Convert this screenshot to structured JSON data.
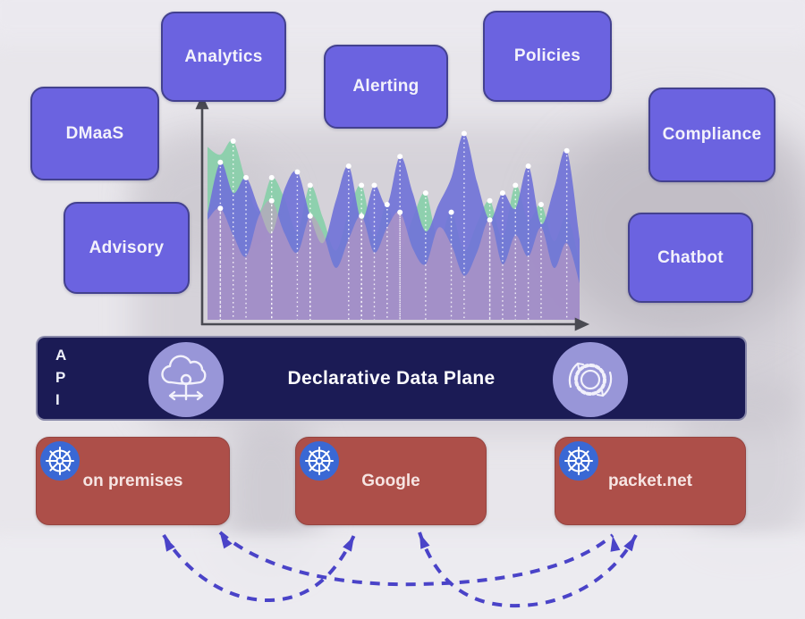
{
  "capability_boxes": [
    {
      "id": "dmaas",
      "label": "DMaaS"
    },
    {
      "id": "analytics",
      "label": "Analytics"
    },
    {
      "id": "alerting",
      "label": "Alerting"
    },
    {
      "id": "policies",
      "label": "Policies"
    },
    {
      "id": "compliance",
      "label": "Compliance"
    },
    {
      "id": "advisory",
      "label": "Advisory"
    },
    {
      "id": "chatbot",
      "label": "Chatbot"
    }
  ],
  "data_plane": {
    "api_letters": [
      "A",
      "P",
      "I"
    ],
    "title": "Declarative Data Plane",
    "icons": [
      "cloud-network-icon",
      "gear-sync-icon"
    ]
  },
  "clusters": [
    {
      "id": "on-premises",
      "label": "on premises",
      "icon": "kubernetes-icon"
    },
    {
      "id": "google",
      "label": "Google",
      "icon": "kubernetes-icon"
    },
    {
      "id": "packet-net",
      "label": "packet.net",
      "icon": "kubernetes-icon"
    }
  ],
  "colors": {
    "bg": "#e8e6eb",
    "purple-box": "#6b63e0",
    "navy": "#1b1b55",
    "red-box": "#ad4f49",
    "k8s-blue": "#3a68d4",
    "arrow-blue": "#4a43c8",
    "chart-blue": "#7173d8",
    "chart-green": "#86cfa8",
    "chart-mauve": "#c09dc0",
    "axis-gray": "#4a4a52"
  },
  "chart_data": {
    "type": "area",
    "title": "",
    "xlabel": "",
    "ylabel": "",
    "ticks": "none (decorative unlabeled metrics chart)",
    "legend": "none",
    "ylim": [
      0,
      1
    ],
    "series": [
      {
        "name": "green-metric",
        "color": "#86cfa8",
        "opacity": 0.9,
        "values": [
          0.9,
          0.86,
          0.93,
          0.72,
          0.56,
          0.74,
          0.63,
          0.46,
          0.7,
          0.53,
          0.36,
          0.56,
          0.7,
          0.43,
          0.6,
          0.37,
          0.53,
          0.66,
          0.41,
          0.56,
          0.36,
          0.5,
          0.62,
          0.43,
          0.7,
          0.52,
          0.6,
          0.41,
          0.54,
          0.3
        ]
      },
      {
        "name": "blue-metric",
        "color": "#7173d8",
        "opacity": 0.92,
        "values": [
          0.55,
          0.82,
          0.66,
          0.74,
          0.58,
          0.45,
          0.68,
          0.77,
          0.54,
          0.4,
          0.62,
          0.8,
          0.52,
          0.7,
          0.6,
          0.85,
          0.66,
          0.46,
          0.6,
          0.74,
          0.97,
          0.72,
          0.52,
          0.66,
          0.58,
          0.8,
          0.5,
          0.68,
          0.88,
          0.42
        ]
      },
      {
        "name": "mauve-metric",
        "color": "#c09dc0",
        "opacity": 0.62,
        "values": [
          0.52,
          0.58,
          0.44,
          0.33,
          0.54,
          0.62,
          0.45,
          0.35,
          0.54,
          0.45,
          0.27,
          0.42,
          0.54,
          0.35,
          0.48,
          0.56,
          0.37,
          0.29,
          0.48,
          0.39,
          0.23,
          0.35,
          0.52,
          0.29,
          0.44,
          0.33,
          0.48,
          0.27,
          0.4,
          0.19
        ]
      }
    ],
    "markers": "white dots with dotted white drop-lines at series peaks"
  }
}
